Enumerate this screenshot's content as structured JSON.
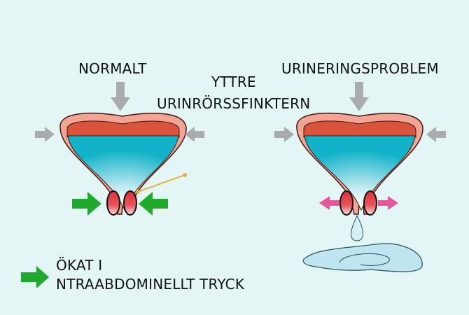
{
  "labels": {
    "normal": "NORMALT",
    "sphincter_line1": "YTTRE",
    "sphincter_line2": "URINRÖRSSFINKTERN",
    "problem": "URINERINGSPROBLEM"
  },
  "legend": {
    "line1": "ÖKAT I",
    "line2": "NTRAABDOMINELLT TRYCK",
    "icon": "green-arrow-icon"
  },
  "colors": {
    "background": "#e4f5f6",
    "pressure_arrow": "#1faa2e",
    "widening_arrow": "#e5559a",
    "gray_arrow": "#a9acae",
    "fluid": "#17b6cb",
    "wall": "#f3a594",
    "muscle": "#d9533d"
  }
}
